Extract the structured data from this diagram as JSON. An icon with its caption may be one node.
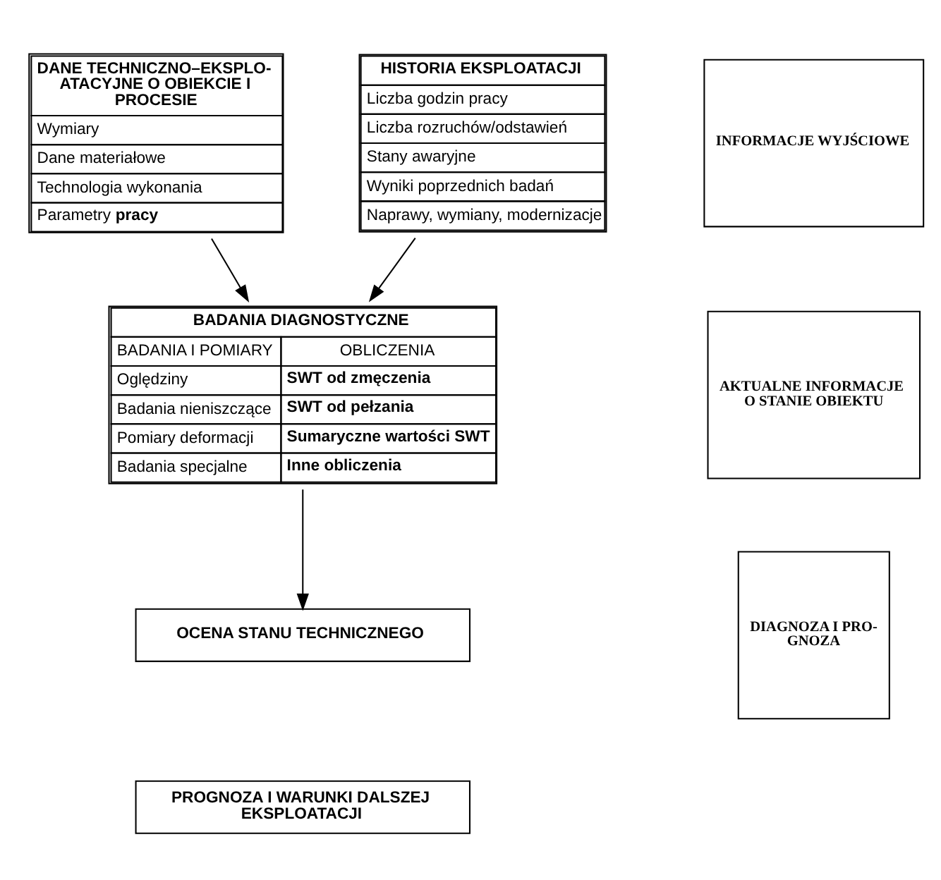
{
  "diagram": {
    "nodes": [
      {
        "text": [
          "DANE TECHNICZNO–EKSPLO- ATACYJNE O OBIEKCIE I PROCESIE",
          "Wymiary",
          "Dane materiałowe",
          "Technologia wykonania",
          "Parametry **pracy**"
        ]
      },
      {
        "text": [
          "HISTORIA EKSPLOATACJI",
          "Liczba godzin pracy",
          "Liczba rozruchów/odstawień",
          "Stany awaryjne",
          "Wyniki poprzednich badań",
          "Naprawy, wymiany, modernizacje"
        ]
      },
      {
        "text": [
          "BADANIA DIAGNOSTYCZNE",
          "BADANIA I POMIARY",
          "OBLICZENIA",
          "Oględziny",
          "SWT od zmęczenia",
          "Badania nieniszczące",
          "SWT od pełzania",
          "Pomiary deformacji",
          "Sumaryczne wartości SWT",
          "Badania specjalne",
          "Inne obliczenia"
        ]
      },
      {
        "text": [
          "OCENA STANU TECHNICZNEGO"
        ]
      },
      {
        "text": [
          "PROGNOZA I WARUNKI DALSZEJ EKSPLOATACJI"
        ]
      },
      {
        "text": [
          "INFORMACJE WYJŚCIOWE"
        ]
      },
      {
        "text": [
          "AKTUALNE INFORMACJE O STANIE OBIEKTU"
        ]
      },
      {
        "text": [
          "DIAGNOZA I PRO- GNOZA"
        ]
      }
    ],
    "edges": [
      {
        "from": 0,
        "to": 2,
        "arrow": "to"
      },
      {
        "from": 1,
        "to": 2,
        "arrow": "to"
      },
      {
        "from": 2,
        "to": 3,
        "arrow": "to"
      }
    ]
  }
}
